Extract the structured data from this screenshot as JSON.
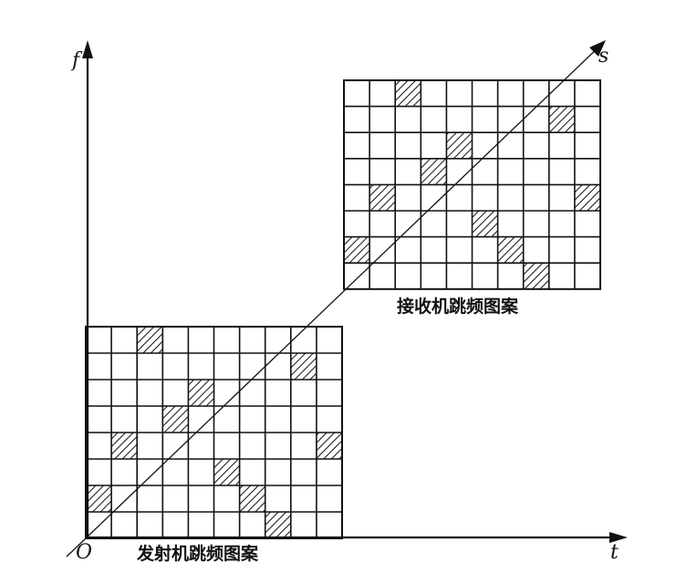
{
  "axes": {
    "vertical_label": "f",
    "horizontal_label": "t",
    "diagonal_label": "s",
    "origin_label": "O"
  },
  "grid": {
    "columns": 10,
    "rows": 8
  },
  "transmitter": {
    "caption": "发射机跳频图案",
    "hatched_cells": [
      [
        2,
        0
      ],
      [
        8,
        1
      ],
      [
        4,
        2
      ],
      [
        3,
        3
      ],
      [
        1,
        4
      ],
      [
        9,
        4
      ],
      [
        5,
        5
      ],
      [
        0,
        6
      ],
      [
        6,
        6
      ],
      [
        7,
        7
      ]
    ]
  },
  "receiver": {
    "caption": "接收机跳频图案",
    "hatched_cells": [
      [
        2,
        0
      ],
      [
        8,
        1
      ],
      [
        4,
        2
      ],
      [
        3,
        3
      ],
      [
        1,
        4
      ],
      [
        9,
        4
      ],
      [
        5,
        5
      ],
      [
        0,
        6
      ],
      [
        6,
        6
      ],
      [
        7,
        7
      ]
    ]
  }
}
